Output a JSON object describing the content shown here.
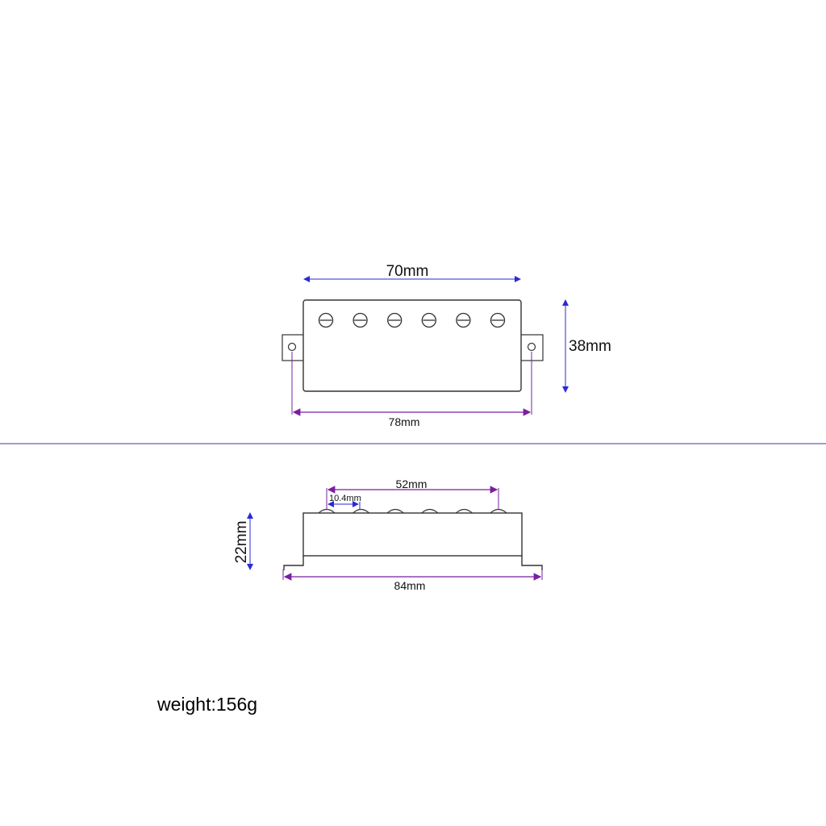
{
  "colors": {
    "dimension_line": "#2a2ad8",
    "dimension_line_alt": "#7a1fa0",
    "outline": "#333333",
    "divider": "#3a3ab8"
  },
  "top_view": {
    "pole_count": 6,
    "dims": {
      "cover_length": "70mm",
      "overall_length": "78mm",
      "width": "38mm"
    }
  },
  "side_view": {
    "pole_count": 6,
    "dims": {
      "pole_span": "52mm",
      "pole_spacing": "10.4mm",
      "height": "22mm",
      "base_length": "84mm"
    }
  },
  "weight": "weight:156g"
}
